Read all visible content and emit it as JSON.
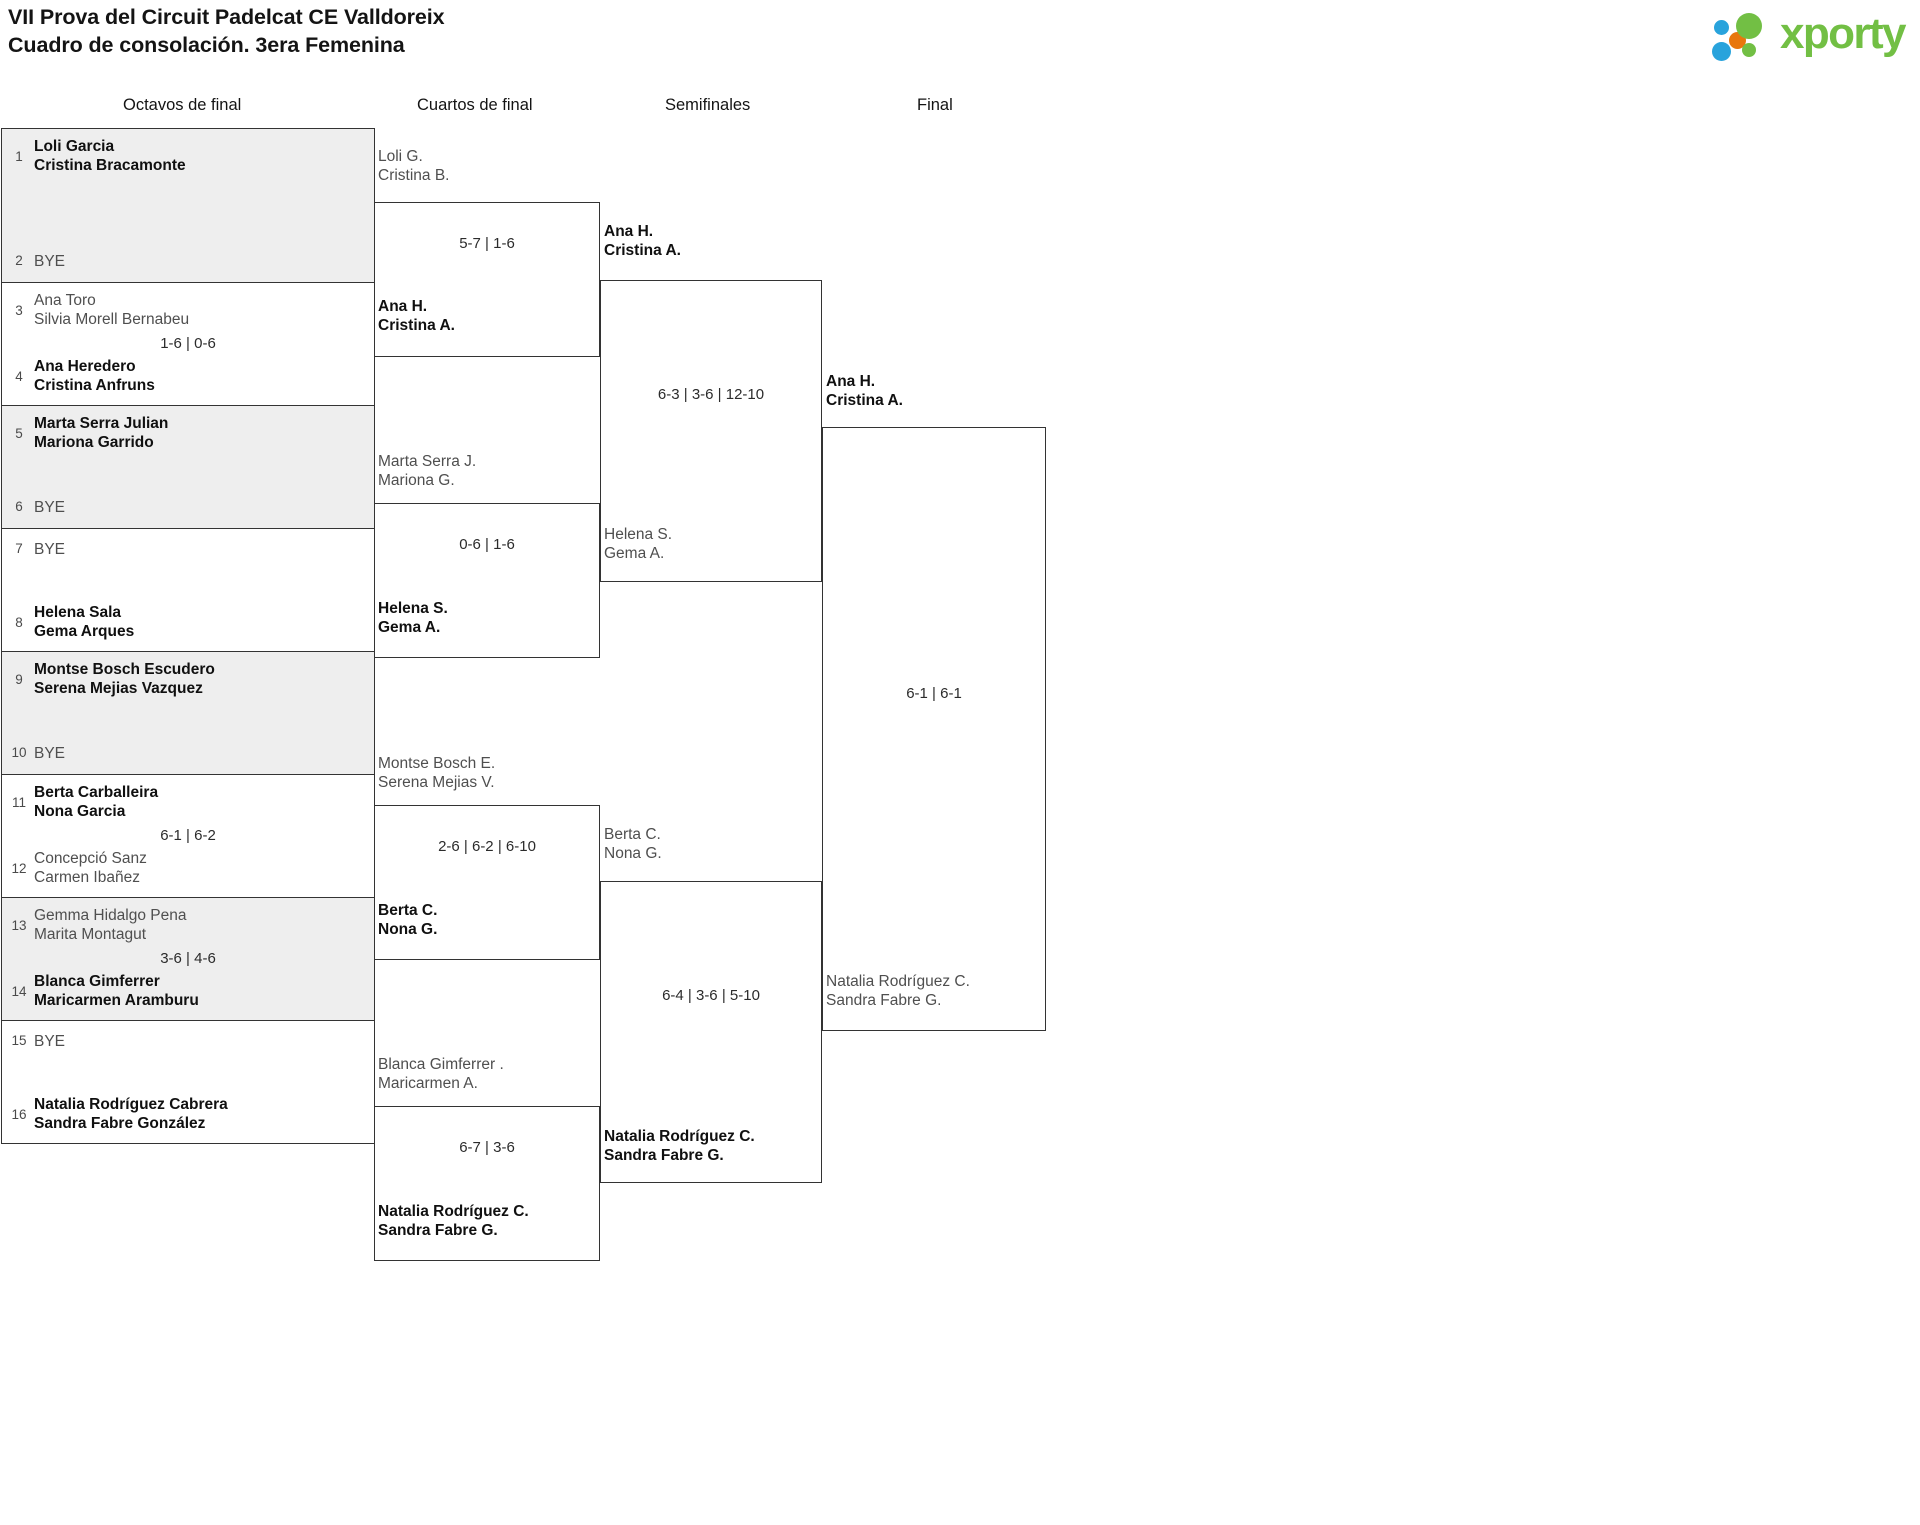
{
  "header": {
    "title_line1": "VII Prova del Circuit Padelcat CE Valldoreix",
    "title_line2": "Cuadro de consolación. 3era Femenina",
    "logo_text": "xporty",
    "logo_colors": {
      "blue": "#29a3dc",
      "orange": "#e8770d",
      "green": "#72bf44"
    }
  },
  "rounds": [
    {
      "label": "Octavos de final"
    },
    {
      "label": "Cuartos de final"
    },
    {
      "label": "Semifinales"
    },
    {
      "label": "Final"
    }
  ],
  "bracket": {
    "round1": [
      {
        "shaded": true,
        "score": "",
        "top": {
          "seed": "1",
          "p1": "Loli Garcia",
          "p2": "Cristina Bracamonte",
          "state": "win"
        },
        "bot": {
          "seed": "2",
          "p1": "BYE",
          "p2": "",
          "state": "bye"
        }
      },
      {
        "shaded": false,
        "score": "1-6 | 0-6",
        "top": {
          "seed": "3",
          "p1": "Ana Toro",
          "p2": "Silvia Morell Bernabeu",
          "state": "lose"
        },
        "bot": {
          "seed": "4",
          "p1": "Ana Heredero",
          "p2": "Cristina Anfruns",
          "state": "win"
        }
      },
      {
        "shaded": true,
        "score": "",
        "top": {
          "seed": "5",
          "p1": "Marta Serra Julian",
          "p2": "Mariona Garrido",
          "state": "win"
        },
        "bot": {
          "seed": "6",
          "p1": "BYE",
          "p2": "",
          "state": "bye"
        }
      },
      {
        "shaded": false,
        "score": "",
        "top": {
          "seed": "7",
          "p1": "BYE",
          "p2": "",
          "state": "bye"
        },
        "bot": {
          "seed": "8",
          "p1": "Helena Sala",
          "p2": "Gema Arques",
          "state": "win"
        }
      },
      {
        "shaded": true,
        "score": "",
        "top": {
          "seed": "9",
          "p1": "Montse Bosch Escudero",
          "p2": "Serena Mejias Vazquez",
          "state": "win"
        },
        "bot": {
          "seed": "10",
          "p1": "BYE",
          "p2": "",
          "state": "bye"
        }
      },
      {
        "shaded": false,
        "score": "6-1 | 6-2",
        "top": {
          "seed": "11",
          "p1": "Berta Carballeira",
          "p2": "Nona Garcia",
          "state": "win"
        },
        "bot": {
          "seed": "12",
          "p1": "Concepció Sanz",
          "p2": "Carmen Ibañez",
          "state": "lose"
        }
      },
      {
        "shaded": true,
        "score": "3-6 | 4-6",
        "top": {
          "seed": "13",
          "p1": "Gemma Hidalgo Pena",
          "p2": "Marita Montagut",
          "state": "lose"
        },
        "bot": {
          "seed": "14",
          "p1": "Blanca Gimferrer",
          "p2": "Maricarmen Aramburu",
          "state": "win"
        }
      },
      {
        "shaded": false,
        "score": "",
        "top": {
          "seed": "15",
          "p1": "BYE",
          "p2": "",
          "state": "bye"
        },
        "bot": {
          "seed": "16",
          "p1": "Natalia Rodríguez Cabrera",
          "p2": "Sandra Fabre González",
          "state": "win"
        }
      }
    ],
    "round2": [
      {
        "score": "5-7 | 1-6",
        "top": {
          "p1": "Loli G.",
          "p2": "Cristina B.",
          "state": "lose"
        },
        "bot": {
          "p1": "Ana H.",
          "p2": "Cristina A.",
          "state": "win"
        }
      },
      {
        "score": "0-6 | 1-6",
        "top": {
          "p1": "Marta Serra J.",
          "p2": "Mariona G.",
          "state": "lose"
        },
        "bot": {
          "p1": "Helena S.",
          "p2": "Gema A.",
          "state": "win"
        }
      },
      {
        "score": "2-6 | 6-2 | 6-10",
        "top": {
          "p1": "Montse Bosch E.",
          "p2": "Serena Mejias V.",
          "state": "lose"
        },
        "bot": {
          "p1": "Berta C.",
          "p2": "Nona G.",
          "state": "win"
        }
      },
      {
        "score": "6-7 | 3-6",
        "top": {
          "p1": "Blanca Gimferrer .",
          "p2": "Maricarmen A.",
          "state": "lose"
        },
        "bot": {
          "p1": "Natalia Rodríguez C.",
          "p2": "Sandra Fabre G.",
          "state": "win"
        }
      }
    ],
    "round3": [
      {
        "score": "6-3 | 3-6 | 12-10",
        "top": {
          "p1": "Ana H.",
          "p2": "Cristina A.",
          "state": "win"
        },
        "bot": {
          "p1": "Helena S.",
          "p2": "Gema A.",
          "state": "lose"
        }
      },
      {
        "score": "6-4 | 3-6 | 5-10",
        "top": {
          "p1": "Berta C.",
          "p2": "Nona G.",
          "state": "lose"
        },
        "bot": {
          "p1": "Natalia Rodríguez C.",
          "p2": "Sandra Fabre G.",
          "state": "win"
        }
      }
    ],
    "round4": [
      {
        "score": "6-1 | 6-1",
        "top": {
          "p1": "Ana H.",
          "p2": "Cristina A.",
          "state": "win"
        },
        "bot": {
          "p1": "Natalia Rodríguez C.",
          "p2": "Sandra Fabre G.",
          "state": "lose"
        }
      }
    ]
  }
}
